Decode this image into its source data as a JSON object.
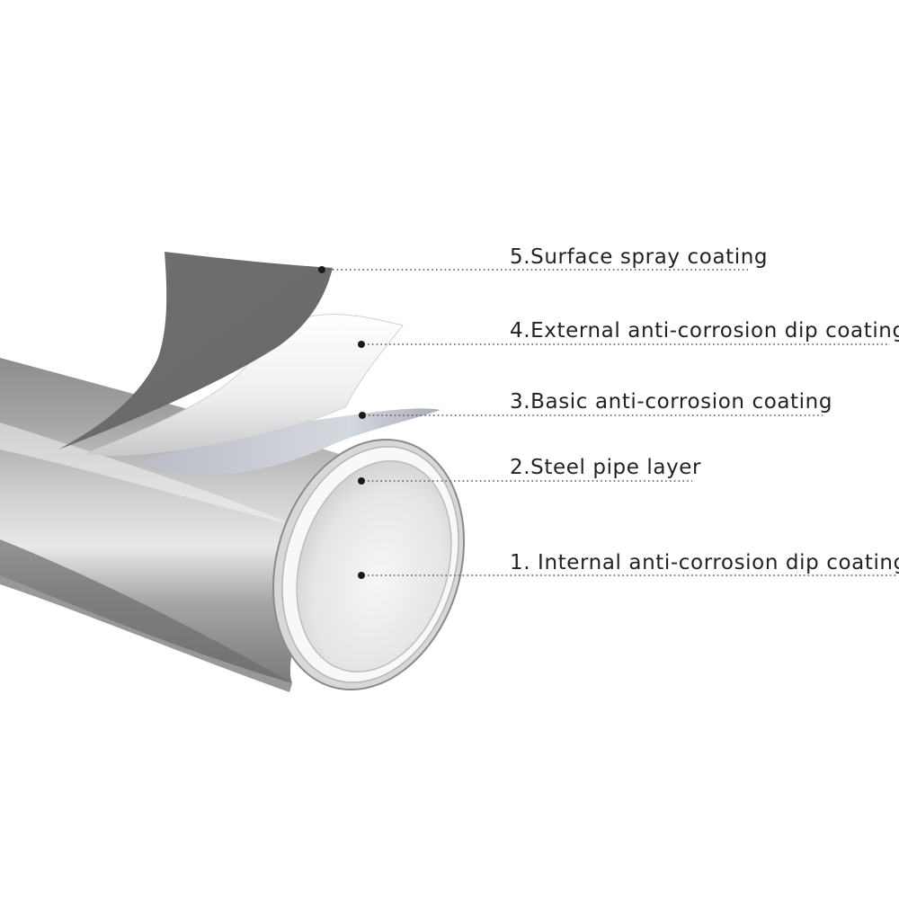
{
  "diagram": {
    "layers": [
      {
        "label": "5.Surface spray coating"
      },
      {
        "label": "4.External anti-corrosion dip coating"
      },
      {
        "label": "3.Basic anti-corrosion coating"
      },
      {
        "label": "2.Steel pipe layer"
      },
      {
        "label": "1. Internal anti-corrosion dip coating"
      }
    ],
    "colors": {
      "surface_spray": "#6e6e6e",
      "external_dip": "#ffffff",
      "basic_coating": "#c9ccd4",
      "steel_pipe": "#9a9a9a",
      "internal_dip": "#ededed"
    }
  }
}
